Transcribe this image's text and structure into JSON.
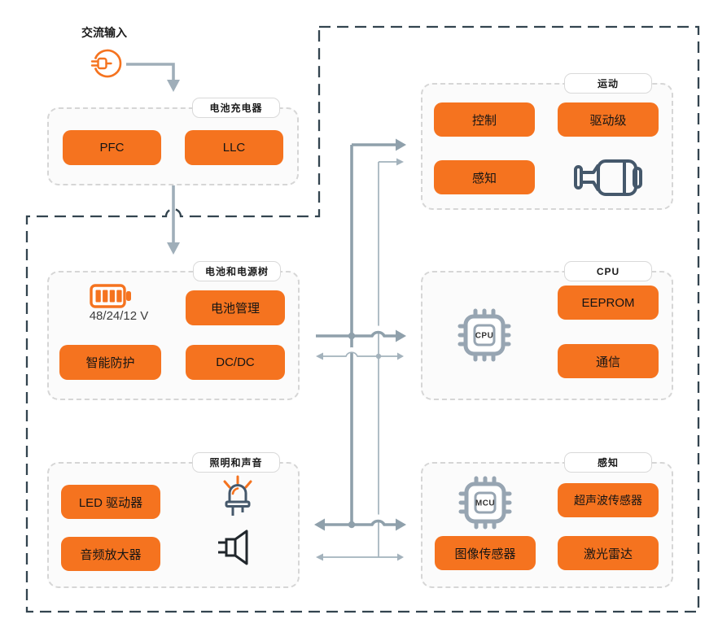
{
  "colors": {
    "accent_orange": "#F5731F",
    "boundary": "#33444F",
    "connector": "#8FA0AB",
    "connector_thin": "#A3B2BC",
    "box_border": "#D6D6D6",
    "box_fill": "#FBFBFB",
    "icon_slate": "#45586B",
    "icon_gray": "#97A5B2",
    "speaker_dark": "#21272C"
  },
  "ac_input": {
    "label": "交流输入",
    "icon": "plug-icon"
  },
  "groups": {
    "charger": {
      "label": "电池充电器",
      "blocks": [
        "PFC",
        "LLC"
      ]
    },
    "power": {
      "label": "电池和电源树",
      "battery_icon": "battery-icon",
      "battery_caption": "48/24/12 V",
      "blocks": [
        "电池管理",
        "智能防护",
        "DC/DC"
      ]
    },
    "lighting": {
      "label": "照明和声音",
      "blocks": [
        "LED 驱动器",
        "音频放大器"
      ],
      "icons": [
        "led-icon",
        "speaker-icon"
      ]
    },
    "motion": {
      "label": "运动",
      "blocks": [
        "控制",
        "驱动级",
        "感知"
      ],
      "icon": "motor-icon"
    },
    "cpu": {
      "label": "CPU",
      "chip_label": "CPU",
      "chip_icon": "cpu-chip-icon",
      "blocks": [
        "EEPROM",
        "通信"
      ]
    },
    "sensing": {
      "label": "感知",
      "chip_label": "MCU",
      "chip_icon": "mcu-chip-icon",
      "blocks": [
        "超声波传感器",
        "图像传感器",
        "激光雷达"
      ]
    }
  }
}
